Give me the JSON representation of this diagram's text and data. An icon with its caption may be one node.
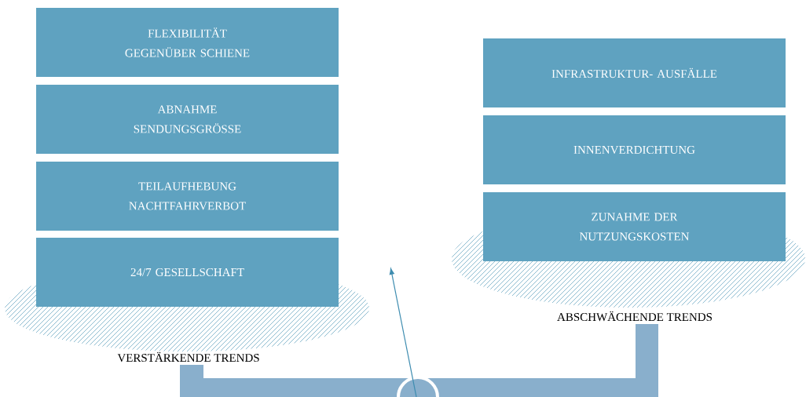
{
  "diagram": {
    "nodes": [
      {
        "text": [
          "FLEXIBILITÄT GEGENÜBER SCHIENE"
        ]
      },
      {
        "text": [
          "ABNAHME SENDUNGSGRÖSSE"
        ]
      },
      {
        "text": [
          "TEILAUFHEBUNG NACHTFAHRVERBOT"
        ]
      },
      {
        "text": [
          "24/7 GESELLSCHAFT"
        ]
      },
      {
        "text": [
          "INFRASTRUKTUR- AUSFÄLLE"
        ]
      },
      {
        "text": [
          "INNENVERDICHTUNG"
        ]
      },
      {
        "text": [
          "ZUNAHME DER NUTZUNGSKOSTEN"
        ]
      }
    ],
    "labels": [
      "VERSTÄRKENDE TRENDS",
      "ABSCHWÄCHENDE TRENDS"
    ]
  }
}
